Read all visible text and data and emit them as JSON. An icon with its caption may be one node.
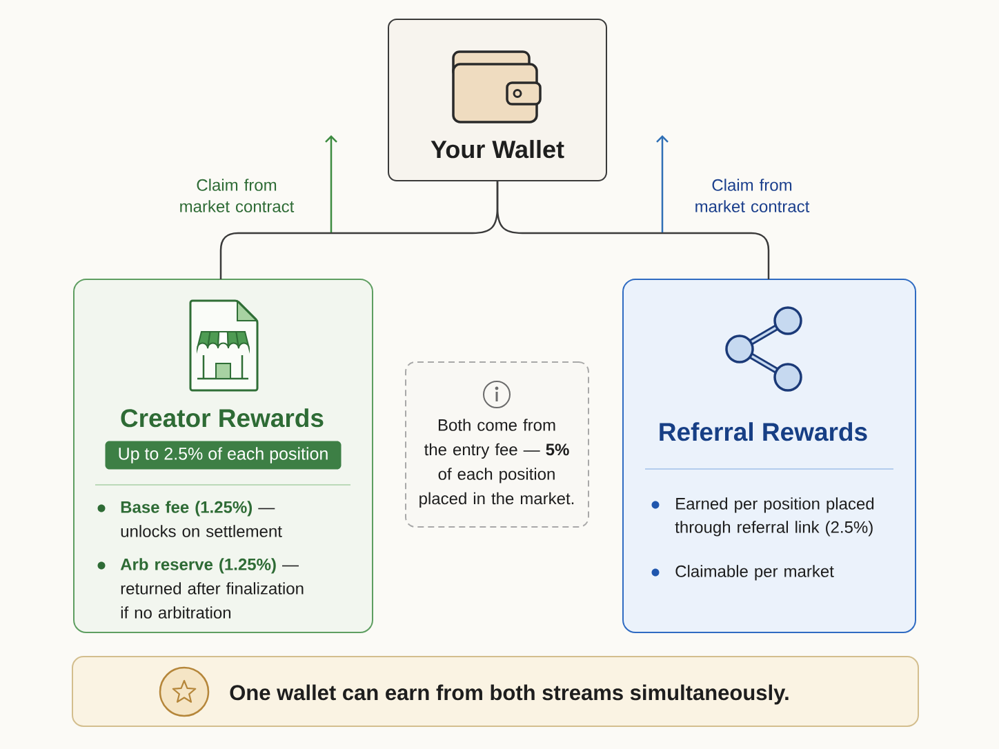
{
  "diagram": {
    "nodes": [
      {
        "text": [
          "Your Wallet"
        ]
      },
      {
        "text": [
          "Creator Rewards",
          "**Base fee (1.25%)** — unlocks on settlement",
          "**Arb reserve (1.25%)** — returned after finalization if no arbitration"
        ]
      },
      {
        "text": [
          "Up to 2.5% of each position"
        ],
        "in": 1
      },
      {
        "text": [
          "Both come from the entry fee — **5%** of each position placed in the market."
        ]
      },
      {
        "text": [
          "Referral Rewards",
          "Earned per position placed through referral link (2.5%)",
          "Claimable per market"
        ]
      },
      {
        "text": [
          "One wallet can earn from both streams simultaneously."
        ]
      }
    ],
    "edges": [
      {
        "from": 0,
        "to": 1,
        "arrow": "none"
      },
      {
        "from": 0,
        "to": 4,
        "arrow": "none"
      }
    ],
    "labels": [
      "Claim from market contract",
      "Claim from market contract"
    ]
  }
}
